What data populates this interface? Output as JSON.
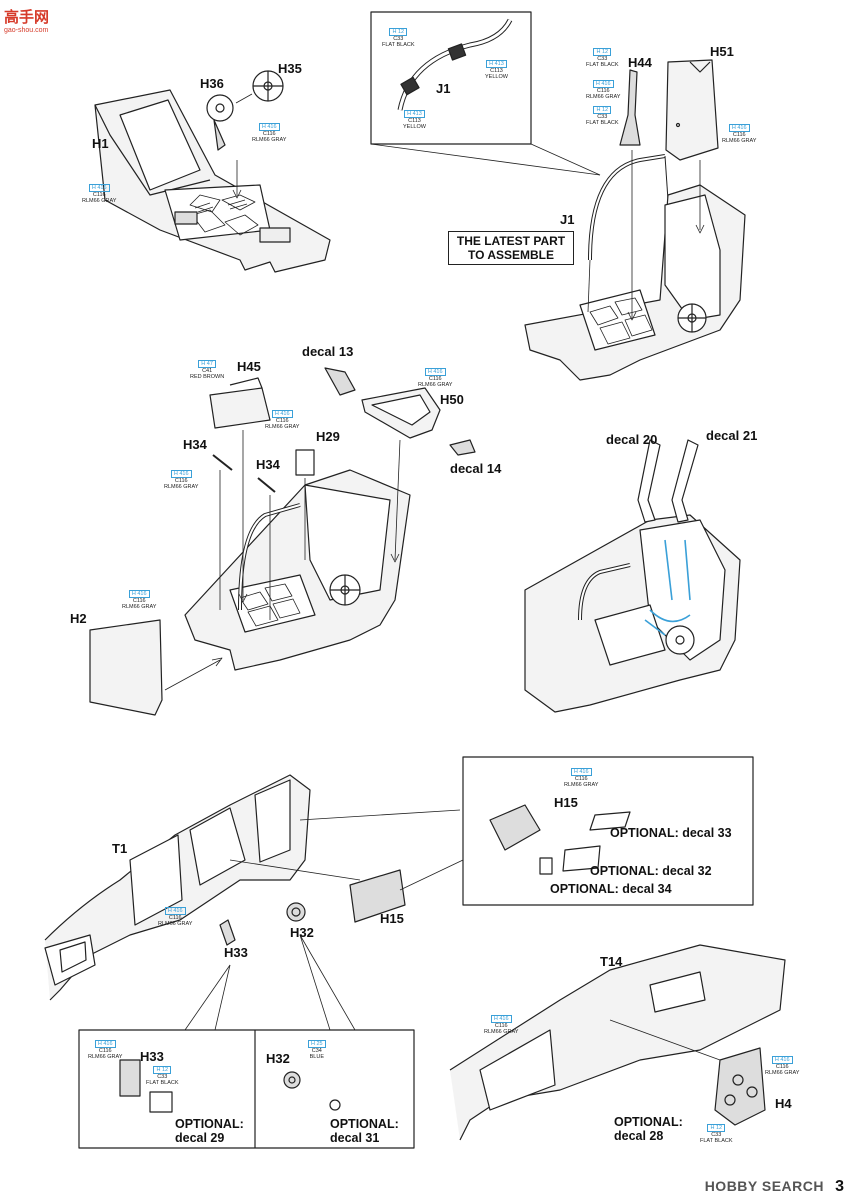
{
  "watermark": {
    "name": "高手网",
    "url": "gao-shou.com"
  },
  "footer": {
    "brand": "HOBBY SEARCH",
    "page": "3"
  },
  "notes": {
    "latest_part": "THE LATEST PART TO ASSEMBLE"
  },
  "parts": {
    "H1": "H1",
    "H2": "H2",
    "H4": "H4",
    "H15": "H15",
    "H29": "H29",
    "H32": "H32",
    "H33": "H33",
    "H34": "H34",
    "H35": "H35",
    "H36": "H36",
    "H44": "H44",
    "H45": "H45",
    "H50": "H50",
    "H51": "H51",
    "J1": "J1",
    "T1": "T1",
    "T14": "T14"
  },
  "decals": {
    "d13": "decal 13",
    "d14": "decal 14",
    "d20": "decal 20",
    "d21": "decal 21",
    "opt33": "OPTIONAL: decal 33",
    "opt32": "OPTIONAL: decal 32",
    "opt34": "OPTIONAL: decal 34",
    "opt29a": "OPTIONAL:",
    "opt29b": "decal 29",
    "opt31a": "OPTIONAL:",
    "opt31b": "decal 31",
    "opt28a": "OPTIONAL:",
    "opt28b": "decal 28"
  },
  "paints": {
    "rlm66": {
      "code": "H 416",
      "num": "C116",
      "name": "RLM66 GRAY"
    },
    "rlm66b": {
      "code": "H 416",
      "num": "C116",
      "name": "RLM66 GRAY"
    },
    "black": {
      "code": "H 12",
      "num": "C33",
      "name": "FLAT BLACK"
    },
    "yellow": {
      "code": "H 413",
      "num": "C113",
      "name": "YELLOW"
    },
    "redbrown": {
      "code": "H 47",
      "num": "C41",
      "name": "RED BROWN"
    },
    "blue": {
      "code": "H 25",
      "num": "C34",
      "name": "BLUE"
    }
  }
}
